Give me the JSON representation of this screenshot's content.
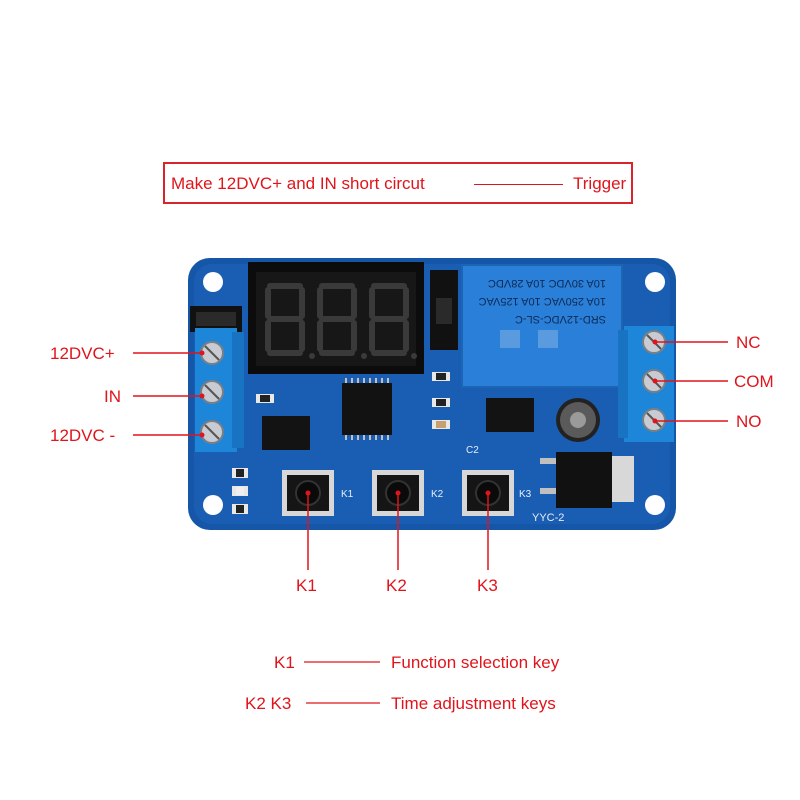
{
  "banner": {
    "text_left": "Make 12DVC+ and IN short circut",
    "text_right": "Trigger"
  },
  "left_terminals": [
    "12DVC+",
    "IN",
    "12DVC -"
  ],
  "right_terminals": [
    "NC",
    "COM",
    "NO"
  ],
  "keys": [
    "K1",
    "K2",
    "K3"
  ],
  "legend": [
    {
      "key": "K1",
      "desc": "Function selection key"
    },
    {
      "key": "K2 K3",
      "desc": "Time adjustment keys"
    }
  ],
  "board": {
    "relay_text": [
      "SRD-12VDC-SL-C",
      "10A 250VAC  10A 125VAC",
      "10A 30VDC  10A 28VDC"
    ],
    "silk_k1": "K1",
    "silk_k2": "K2",
    "silk_k3": "K3",
    "silk_c2": "C2",
    "model": "YYC-2",
    "display": "8.8.8."
  },
  "colors": {
    "pcb": "#1656a8",
    "terminal": "#1e86d8",
    "relay": "#2a7fd8",
    "label_red": "#e0141b"
  }
}
